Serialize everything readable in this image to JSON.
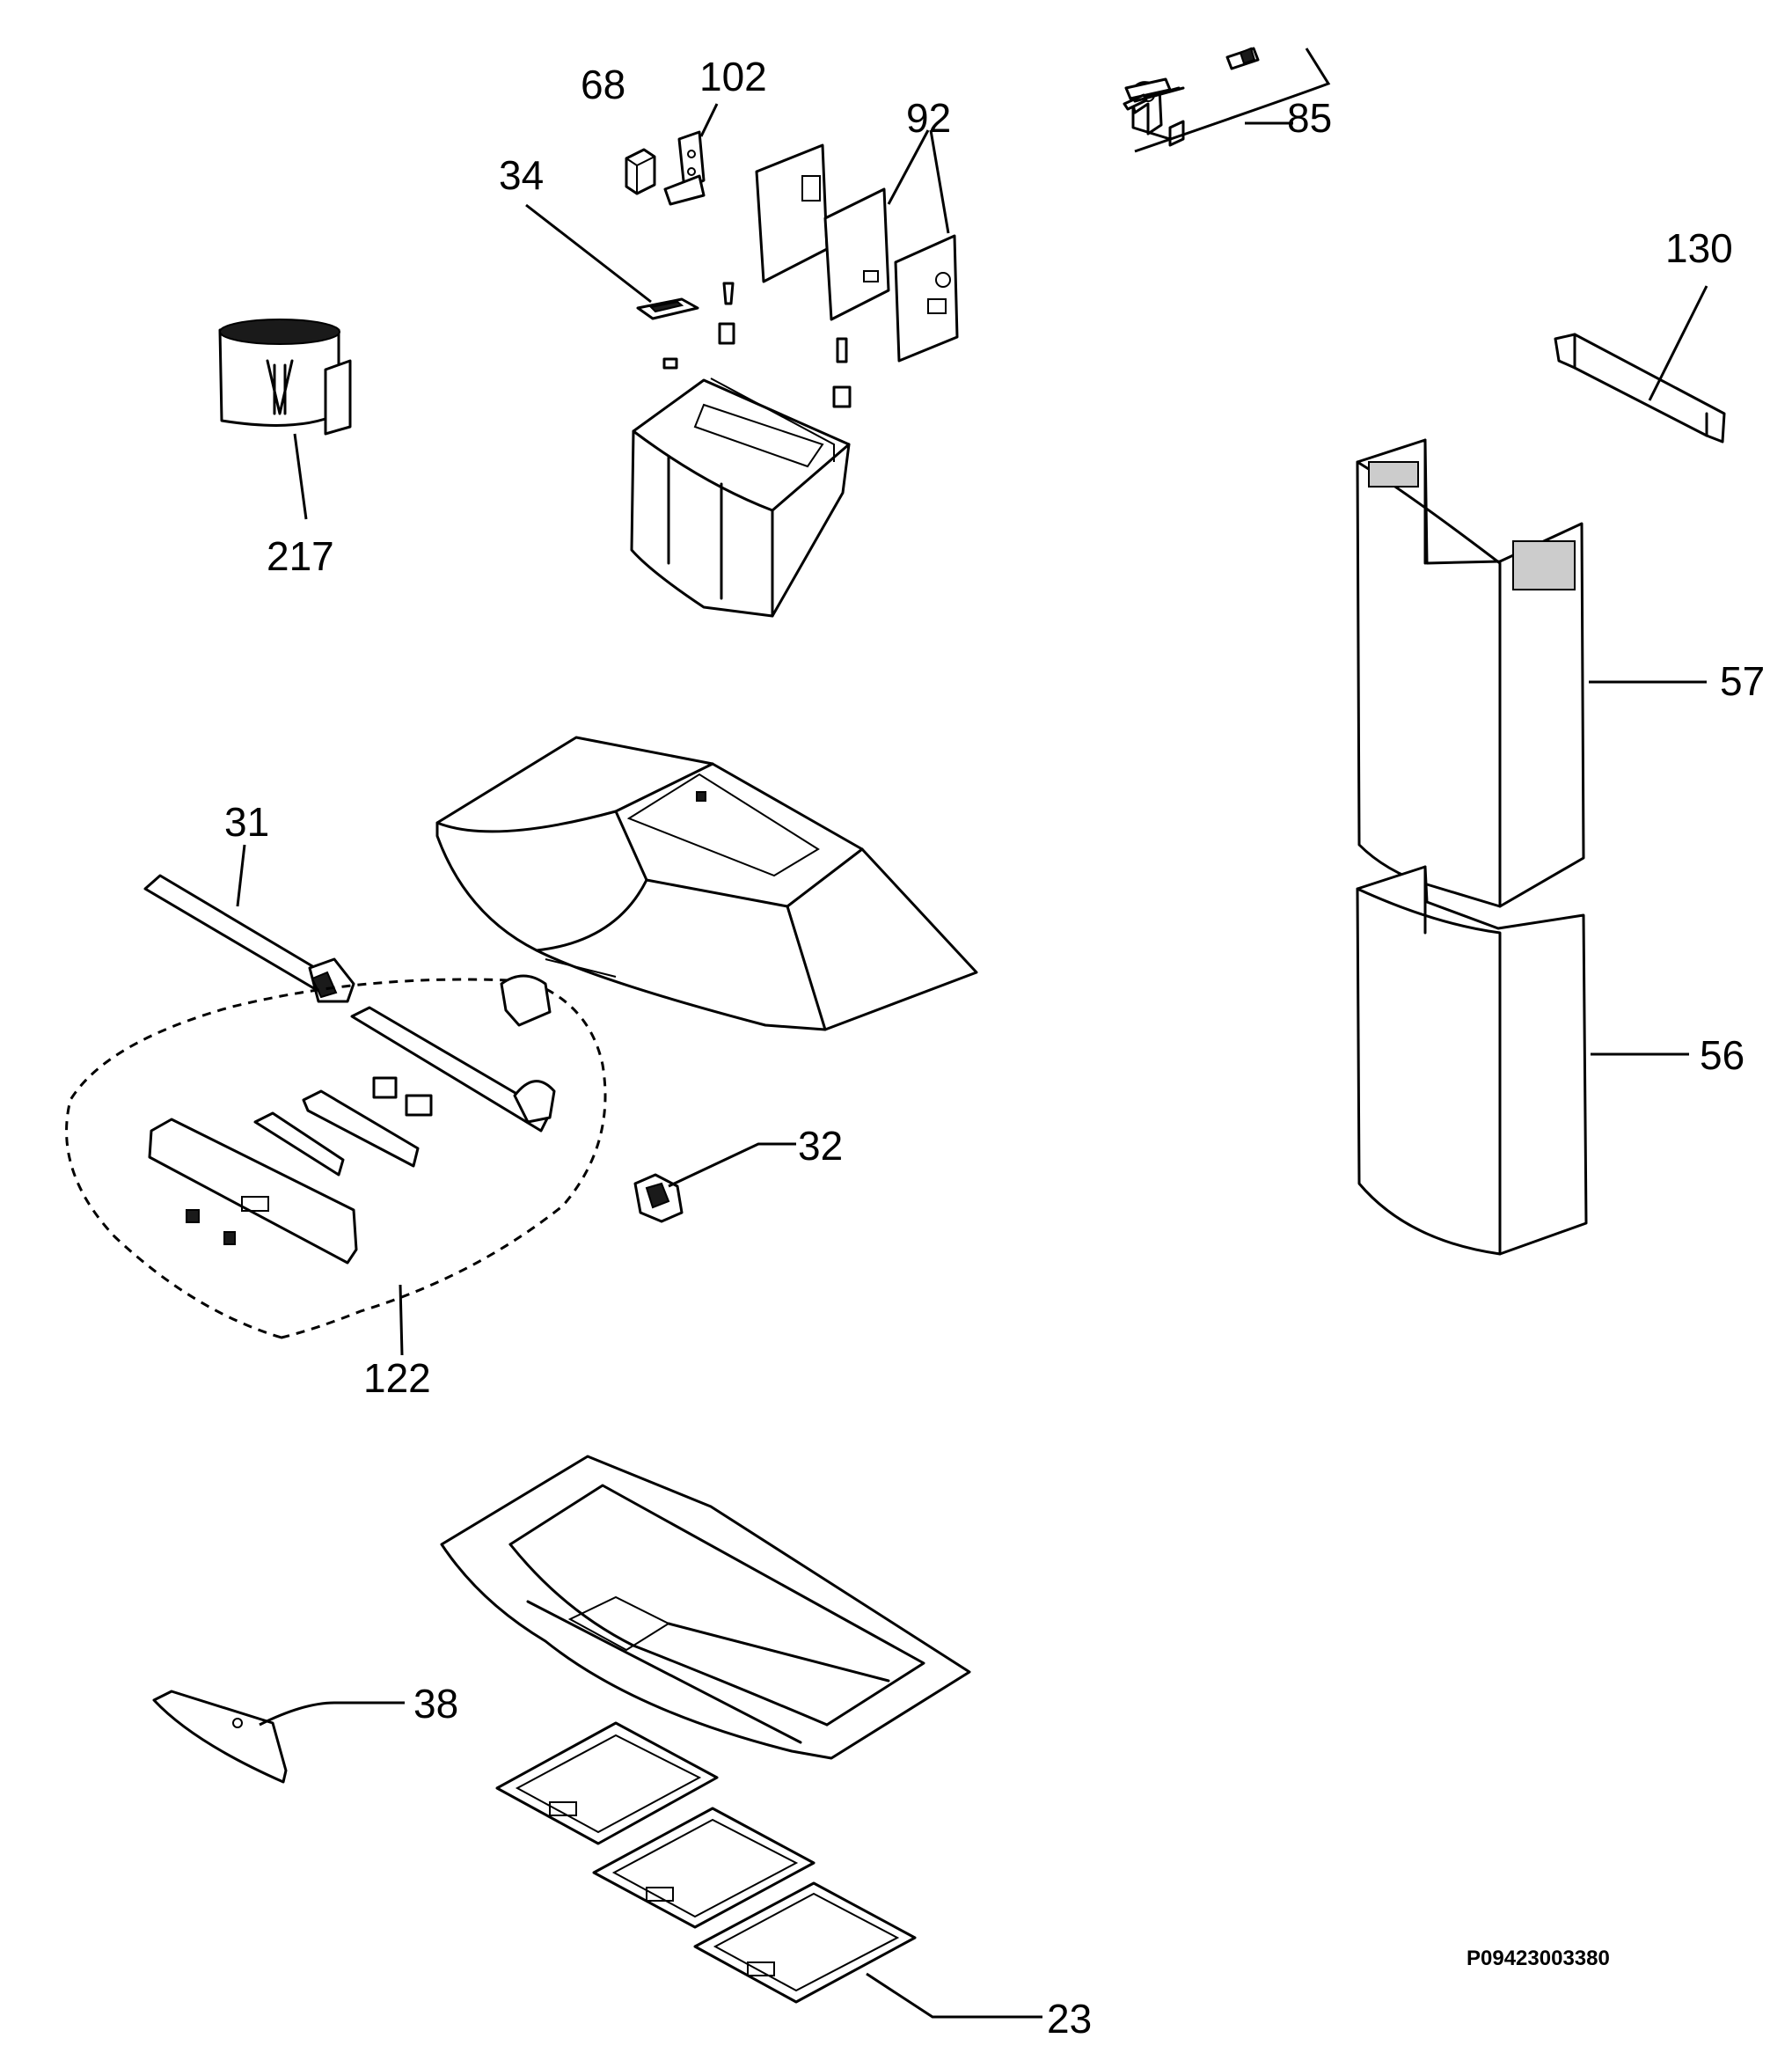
{
  "diagram": {
    "part_labels": {
      "p68": "68",
      "p102": "102",
      "p92": "92",
      "p85": "85",
      "p34": "34",
      "p130": "130",
      "p217": "217",
      "p57": "57",
      "p31": "31",
      "p56": "56",
      "p32": "32",
      "p122": "122",
      "p38": "38",
      "p23": "23"
    },
    "drawing_code": "P09423003380"
  }
}
